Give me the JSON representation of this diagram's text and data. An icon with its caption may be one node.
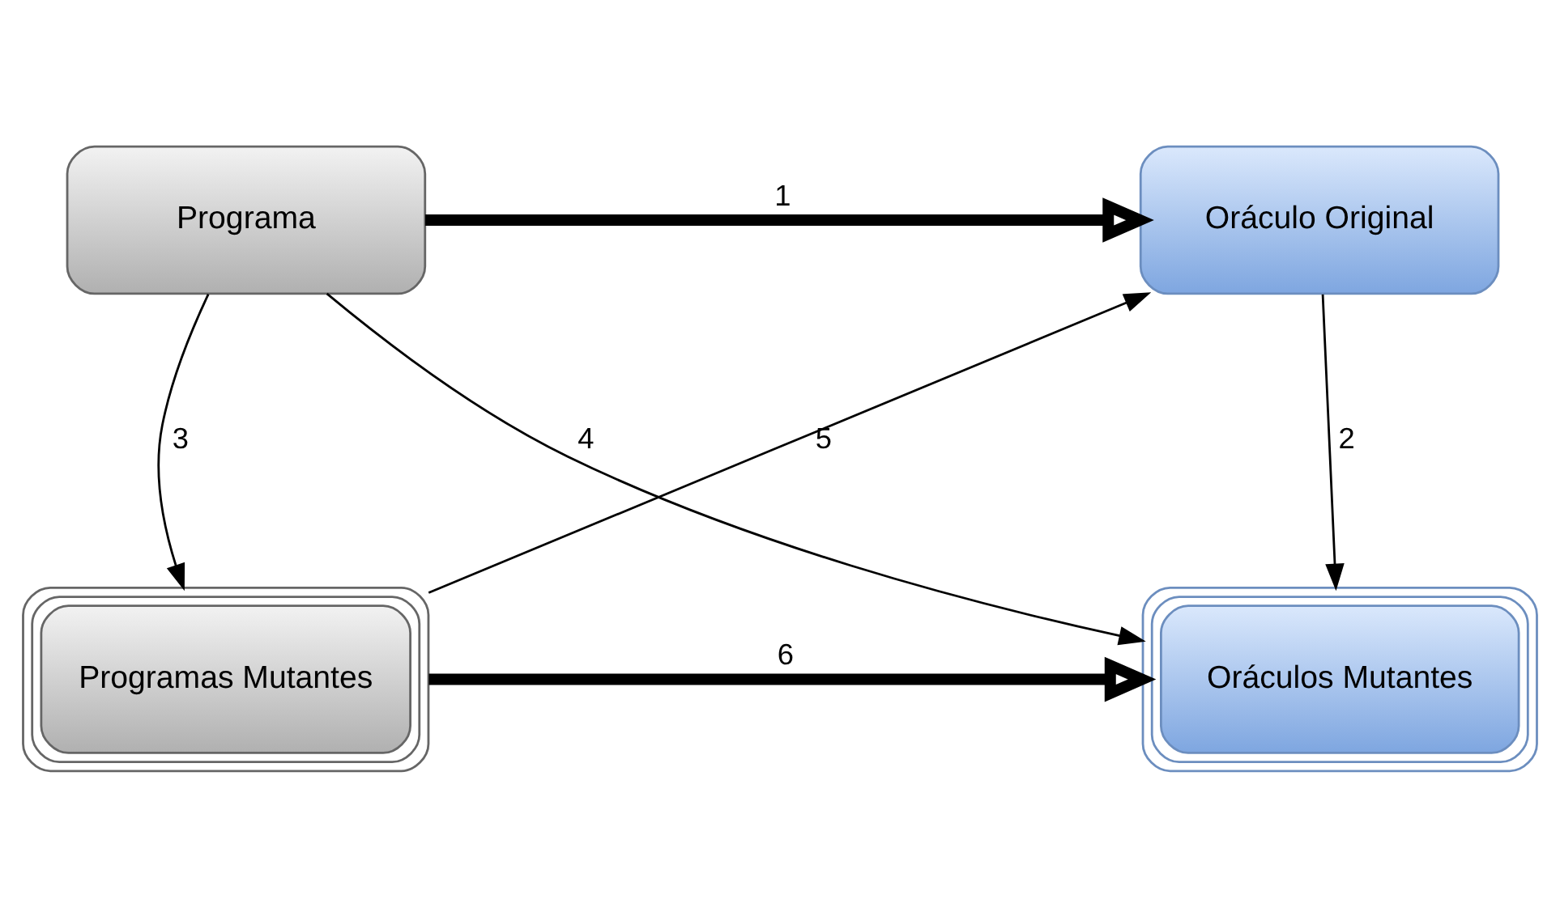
{
  "diagram": {
    "nodes": [
      {
        "text": [
          "Programa"
        ]
      },
      {
        "text": [
          "Oráculo Original"
        ]
      },
      {
        "text": [
          "Programas Mutantes"
        ]
      },
      {
        "text": [
          "Oráculos Mutantes"
        ]
      }
    ],
    "edges": [
      {
        "from": 0,
        "to": 1,
        "arrow": "to",
        "label": "1",
        "style": "thick"
      },
      {
        "from": 1,
        "to": 3,
        "arrow": "to",
        "label": "2"
      },
      {
        "from": 0,
        "to": 2,
        "arrow": "to",
        "label": "3"
      },
      {
        "from": 0,
        "to": 3,
        "arrow": "to",
        "label": "4"
      },
      {
        "from": 2,
        "to": 1,
        "arrow": "to",
        "label": "5"
      },
      {
        "from": 2,
        "to": 3,
        "arrow": "to",
        "label": "6",
        "style": "thick"
      }
    ]
  }
}
